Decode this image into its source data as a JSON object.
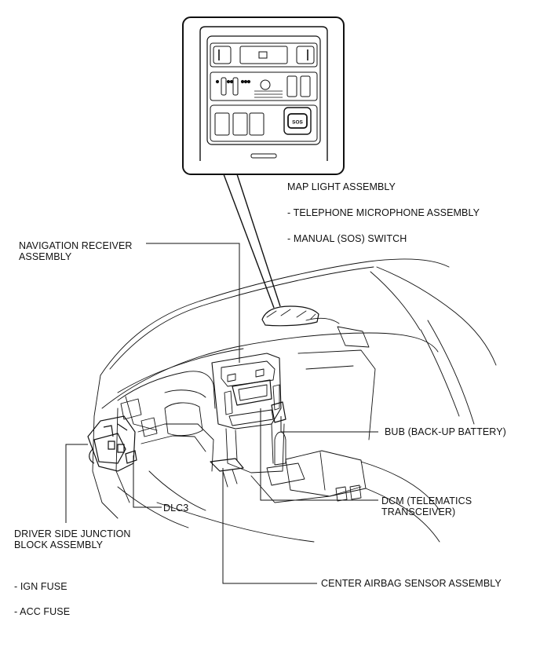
{
  "labels": {
    "map_light": "MAP LIGHT ASSEMBLY",
    "telephone_mic": "- TELEPHONE MICROPHONE ASSEMBLY",
    "sos_switch": "- MANUAL (SOS) SWITCH",
    "nav_receiver_1": "NAVIGATION RECEIVER",
    "nav_receiver_2": "ASSEMBLY",
    "bub": "BUB (BACK-UP BATTERY)",
    "dcm_1": "DCM (TELEMATICS",
    "dcm_2": "TRANSCEIVER)",
    "dlc3": "DLC3",
    "junction_1": "DRIVER SIDE JUNCTION",
    "junction_2": "BLOCK ASSEMBLY",
    "ign_fuse": "- IGN FUSE",
    "acc_fuse": "- ACC FUSE",
    "center_airbag": "CENTER AIRBAG SENSOR ASSEMBLY",
    "sos_button": "SOS"
  }
}
